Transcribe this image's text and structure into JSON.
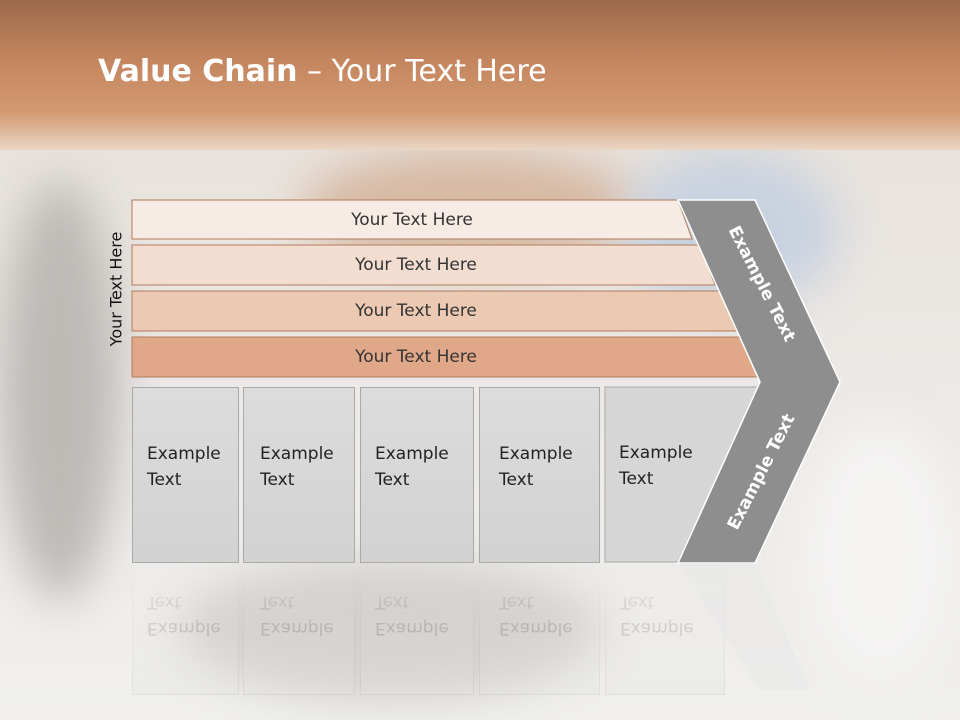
{
  "title": {
    "bold": "Value Chain",
    "rest": " – Your Text Here"
  },
  "side_label": "Your Text Here",
  "bars": [
    {
      "label": "Your Text Here",
      "color": "#f6ebe5"
    },
    {
      "label": "Your Text Here",
      "color": "#f2ddd0"
    },
    {
      "label": "Your Text Here",
      "color": "#ecc9b3"
    },
    {
      "label": "Your Text Here",
      "color": "#e0a888"
    }
  ],
  "columns": [
    {
      "line1": "Example",
      "line2": "Text"
    },
    {
      "line1": "Example",
      "line2": "Text"
    },
    {
      "line1": "Example",
      "line2": "Text"
    },
    {
      "line1": "Example",
      "line2": "Text"
    },
    {
      "line1": "Example",
      "line2": "Text"
    }
  ],
  "chevron": {
    "top_label": "Example Text",
    "bottom_label": "Example Text",
    "color": "#8e8e8e"
  }
}
